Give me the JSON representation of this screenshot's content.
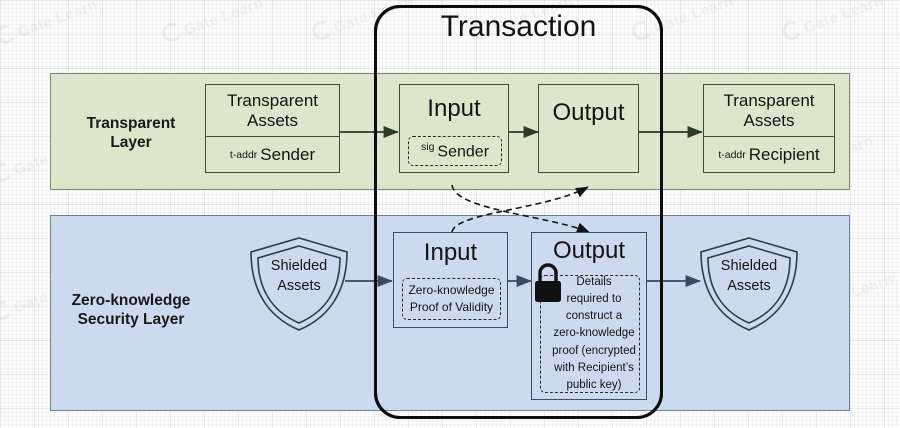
{
  "diagram": {
    "title": "Transaction",
    "layers": [
      {
        "id": "transparent",
        "label": "Transparent\nLayer",
        "label_line1": "Transparent",
        "label_line2": "Layer",
        "color": "#dde6cd",
        "border": "#7b8a6b"
      },
      {
        "id": "zero-knowledge",
        "label_line1": "Zero-knowledge",
        "label_line2": "Security Layer",
        "color": "#ccdaee",
        "border": "#6b7f9e"
      }
    ],
    "transparent_layer": {
      "left_asset": {
        "title_line1": "Transparent",
        "title_line2": "Assets",
        "tag": "t-addr",
        "party": "Sender"
      },
      "input": {
        "title": "Input",
        "inner_tag": "sig",
        "inner_text": "Sender"
      },
      "output": {
        "title": "Output"
      },
      "right_asset": {
        "title_line1": "Transparent",
        "title_line2": "Assets",
        "tag": "t-addr",
        "party": "Recipient"
      }
    },
    "zk_layer": {
      "left_shield": {
        "line1": "Shielded",
        "line2": "Assets"
      },
      "input": {
        "title": "Input",
        "inner_line1": "Zero-knowledge",
        "inner_line2": "Proof of Validity"
      },
      "output": {
        "title": "Output",
        "icon": "lock-icon",
        "detail_lines": [
          "Details",
          "required to",
          "construct a",
          "zero-knowledge",
          "proof (encrypted",
          "with Recipient’s",
          "public key)"
        ]
      },
      "right_shield": {
        "line1": "Shielded",
        "line2": "Assets"
      }
    },
    "watermark": {
      "text": "Gate Learn"
    }
  }
}
